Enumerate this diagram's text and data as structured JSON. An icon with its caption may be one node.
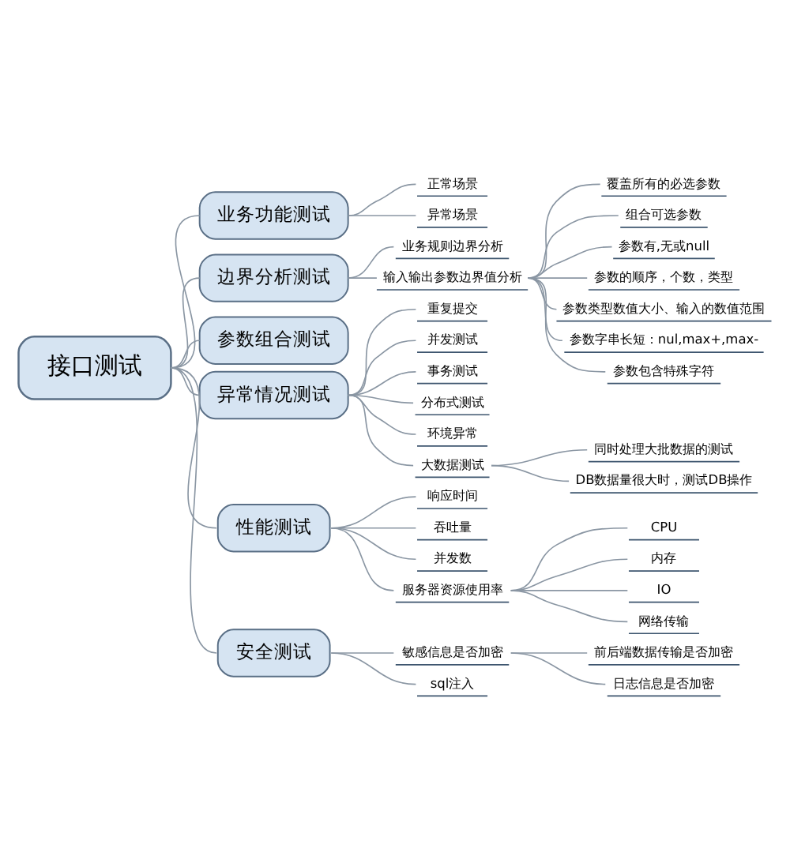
{
  "diagram": {
    "nodes": [
      {
        "text": [
          "接口测试"
        ]
      },
      {
        "text": [
          "业务功能测试"
        ]
      },
      {
        "text": [
          "正常场景"
        ]
      },
      {
        "text": [
          "异常场景"
        ]
      },
      {
        "text": [
          "边界分析测试"
        ]
      },
      {
        "text": [
          "业务规则边界分析"
        ]
      },
      {
        "text": [
          "输入输出参数边界值分析"
        ]
      },
      {
        "text": [
          "覆盖所有的必选参数"
        ]
      },
      {
        "text": [
          "组合可选参数"
        ]
      },
      {
        "text": [
          "参数有,无或null"
        ]
      },
      {
        "text": [
          "参数的顺序，个数，类型"
        ]
      },
      {
        "text": [
          "参数类型数值大小、输入的数值范围"
        ]
      },
      {
        "text": [
          "参数字串长短：nul,max+,max-"
        ]
      },
      {
        "text": [
          "参数包含特殊字符"
        ]
      },
      {
        "text": [
          "参数组合测试"
        ]
      },
      {
        "text": [
          "异常情况测试"
        ]
      },
      {
        "text": [
          "重复提交"
        ]
      },
      {
        "text": [
          "并发测试"
        ]
      },
      {
        "text": [
          "事务测试"
        ]
      },
      {
        "text": [
          "分布式测试"
        ]
      },
      {
        "text": [
          "环境异常"
        ]
      },
      {
        "text": [
          "大数据测试"
        ]
      },
      {
        "text": [
          "同时处理大批数据的测试"
        ]
      },
      {
        "text": [
          "DB数据量很大时，测试DB操作"
        ]
      },
      {
        "text": [
          "性能测试"
        ]
      },
      {
        "text": [
          "响应时间"
        ]
      },
      {
        "text": [
          "吞吐量"
        ]
      },
      {
        "text": [
          "并发数"
        ]
      },
      {
        "text": [
          "服务器资源使用率"
        ]
      },
      {
        "text": [
          "CPU"
        ]
      },
      {
        "text": [
          "内存"
        ]
      },
      {
        "text": [
          "IO"
        ]
      },
      {
        "text": [
          "网络传输"
        ]
      },
      {
        "text": [
          "安全测试"
        ]
      },
      {
        "text": [
          "敏感信息是否加密"
        ]
      },
      {
        "text": [
          "前后端数据传输是否加密"
        ]
      },
      {
        "text": [
          "日志信息是否加密"
        ]
      },
      {
        "text": [
          "sql注入"
        ]
      }
    ],
    "edges": [
      {
        "from": 0,
        "to": 1,
        "arrow": "none"
      },
      {
        "from": 1,
        "to": 2,
        "arrow": "none"
      },
      {
        "from": 1,
        "to": 3,
        "arrow": "none"
      },
      {
        "from": 0,
        "to": 4,
        "arrow": "none"
      },
      {
        "from": 4,
        "to": 5,
        "arrow": "none"
      },
      {
        "from": 4,
        "to": 6,
        "arrow": "none"
      },
      {
        "from": 6,
        "to": 7,
        "arrow": "none"
      },
      {
        "from": 6,
        "to": 8,
        "arrow": "none"
      },
      {
        "from": 6,
        "to": 9,
        "arrow": "none"
      },
      {
        "from": 6,
        "to": 10,
        "arrow": "none"
      },
      {
        "from": 6,
        "to": 11,
        "arrow": "none"
      },
      {
        "from": 6,
        "to": 12,
        "arrow": "none"
      },
      {
        "from": 6,
        "to": 13,
        "arrow": "none"
      },
      {
        "from": 0,
        "to": 14,
        "arrow": "none"
      },
      {
        "from": 0,
        "to": 15,
        "arrow": "none"
      },
      {
        "from": 15,
        "to": 16,
        "arrow": "none"
      },
      {
        "from": 15,
        "to": 17,
        "arrow": "none"
      },
      {
        "from": 15,
        "to": 18,
        "arrow": "none"
      },
      {
        "from": 15,
        "to": 19,
        "arrow": "none"
      },
      {
        "from": 15,
        "to": 20,
        "arrow": "none"
      },
      {
        "from": 15,
        "to": 21,
        "arrow": "none"
      },
      {
        "from": 21,
        "to": 22,
        "arrow": "none"
      },
      {
        "from": 21,
        "to": 23,
        "arrow": "none"
      },
      {
        "from": 0,
        "to": 24,
        "arrow": "none"
      },
      {
        "from": 24,
        "to": 25,
        "arrow": "none"
      },
      {
        "from": 24,
        "to": 26,
        "arrow": "none"
      },
      {
        "from": 24,
        "to": 27,
        "arrow": "none"
      },
      {
        "from": 24,
        "to": 28,
        "arrow": "none"
      },
      {
        "from": 28,
        "to": 29,
        "arrow": "none"
      },
      {
        "from": 28,
        "to": 30,
        "arrow": "none"
      },
      {
        "from": 28,
        "to": 31,
        "arrow": "none"
      },
      {
        "from": 28,
        "to": 32,
        "arrow": "none"
      },
      {
        "from": 0,
        "to": 33,
        "arrow": "none"
      },
      {
        "from": 33,
        "to": 34,
        "arrow": "none"
      },
      {
        "from": 33,
        "to": 37,
        "arrow": "none"
      },
      {
        "from": 34,
        "to": 35,
        "arrow": "none"
      },
      {
        "from": 34,
        "to": 36,
        "arrow": "none"
      }
    ]
  }
}
